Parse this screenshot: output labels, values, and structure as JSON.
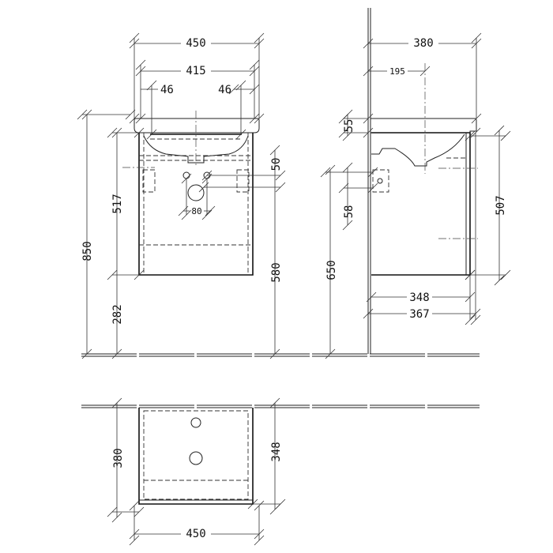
{
  "front_view": {
    "width_total": "450",
    "width_basin": "415",
    "offset_left": "46",
    "offset_right": "46",
    "height_total": "850",
    "cabinet_height": "517",
    "floor_clearance": "282",
    "hole_height": "580",
    "hole_offset": "50",
    "hole_spacing": "80"
  },
  "side_view": {
    "depth_total": "380",
    "drain_center": "195",
    "top_thickness": "55",
    "bracket_height": "58",
    "bracket_level": "650",
    "cabinet_height": "507",
    "cabinet_depth": "348",
    "overall_depth": "367"
  },
  "plan_view": {
    "depth_total": "380",
    "cabinet_depth": "348",
    "width_total": "450"
  }
}
